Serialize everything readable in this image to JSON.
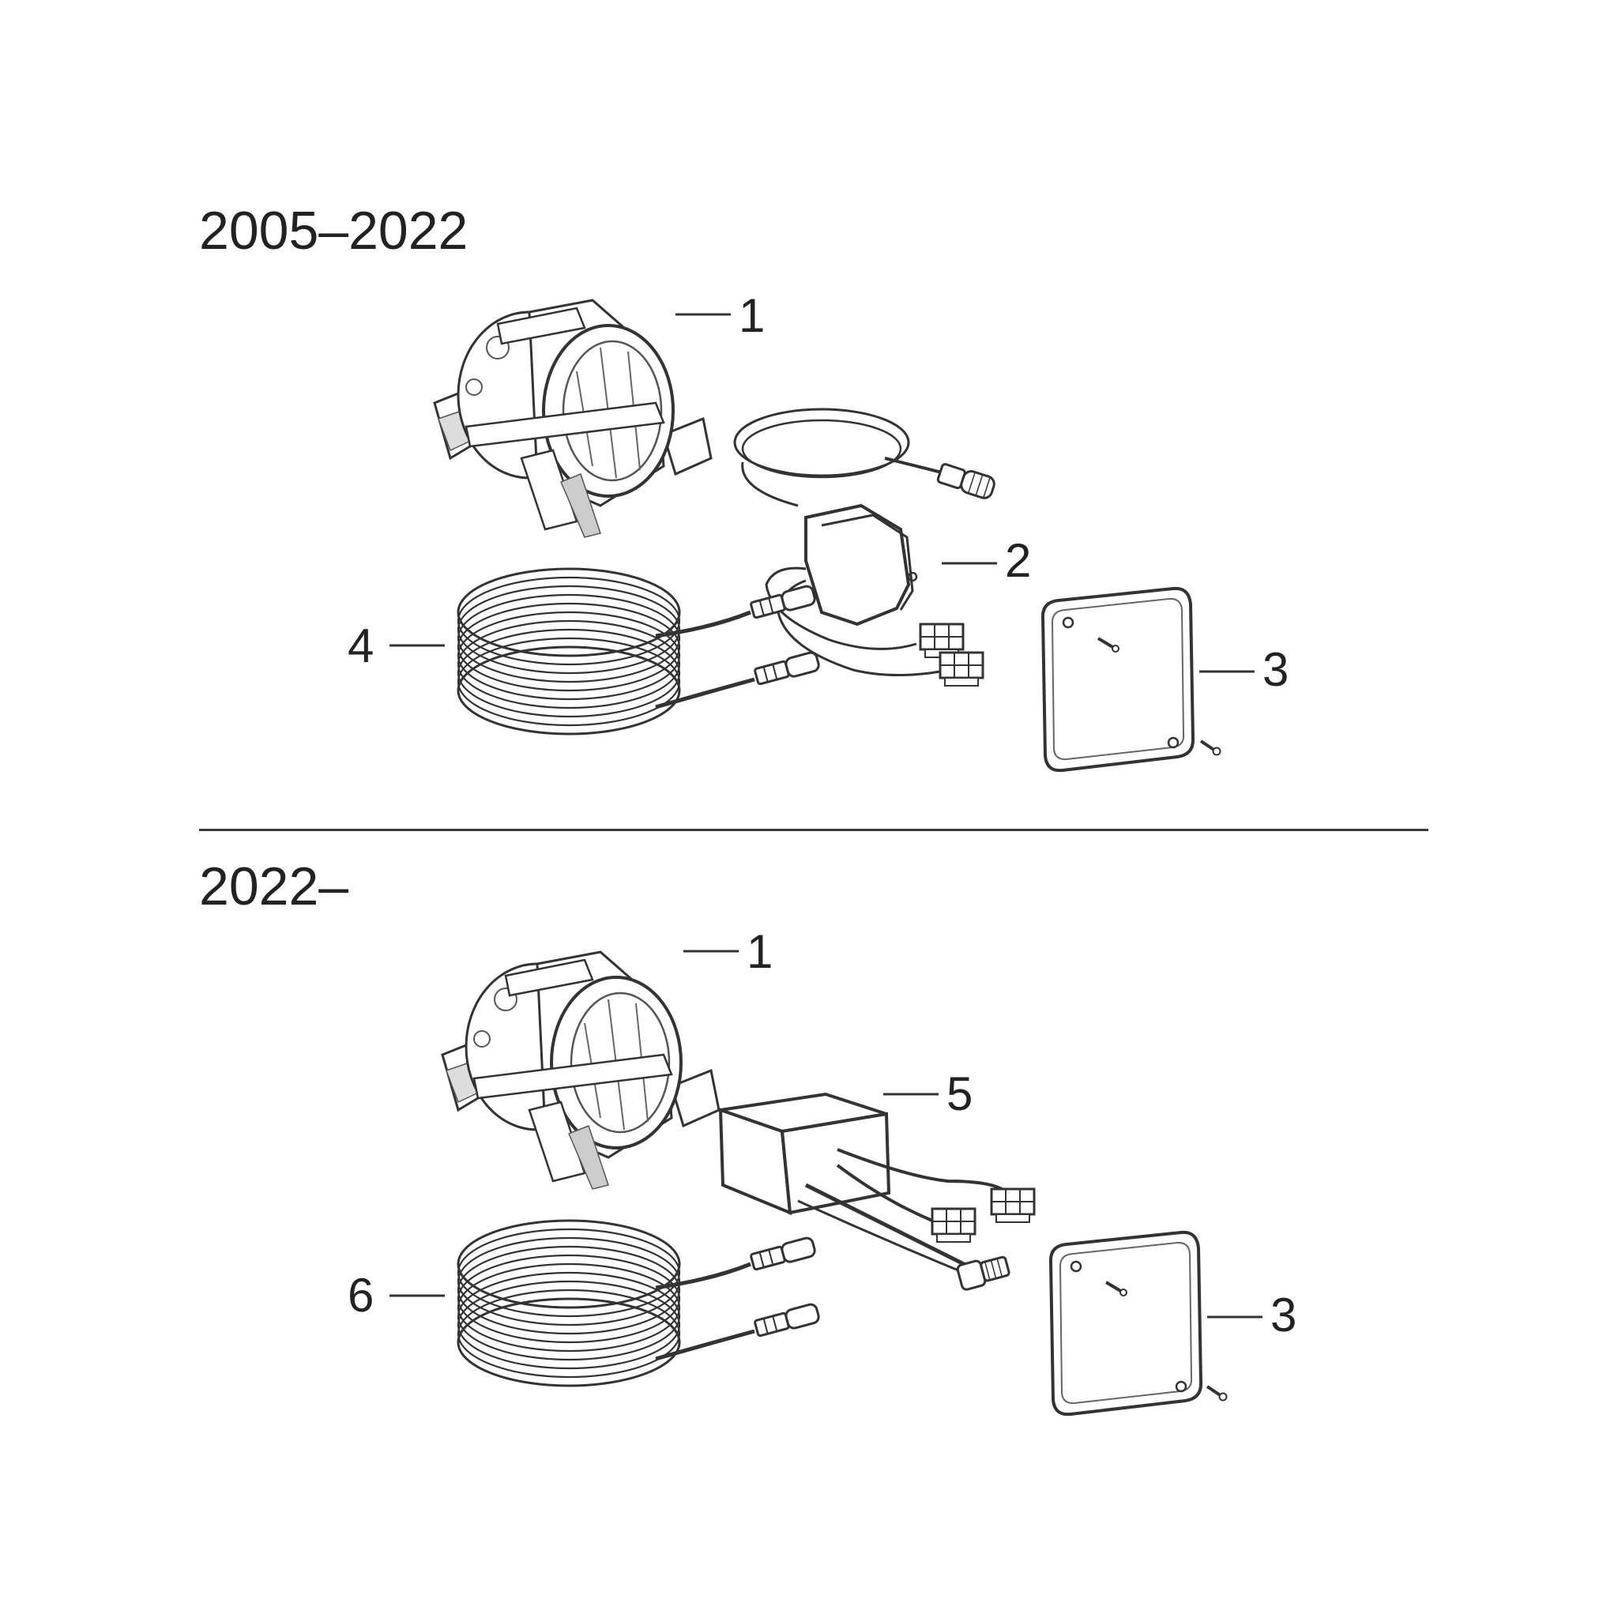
{
  "sections": [
    {
      "title": "2005–2022",
      "callouts": [
        "1",
        "2",
        "3",
        "4"
      ]
    },
    {
      "title": "2022–",
      "callouts": [
        "1",
        "5",
        "3",
        "6"
      ]
    }
  ],
  "parts": {
    "mounting_box_icon": "installation-box-icon",
    "control_unit_icon": "control-unit-icon",
    "cover_plate_icon": "cover-plate-icon",
    "cable_coil_icon": "cable-coil-icon",
    "power_supply_icon": "power-supply-icon"
  },
  "colors": {
    "line": "#333333",
    "background": "#ffffff"
  }
}
